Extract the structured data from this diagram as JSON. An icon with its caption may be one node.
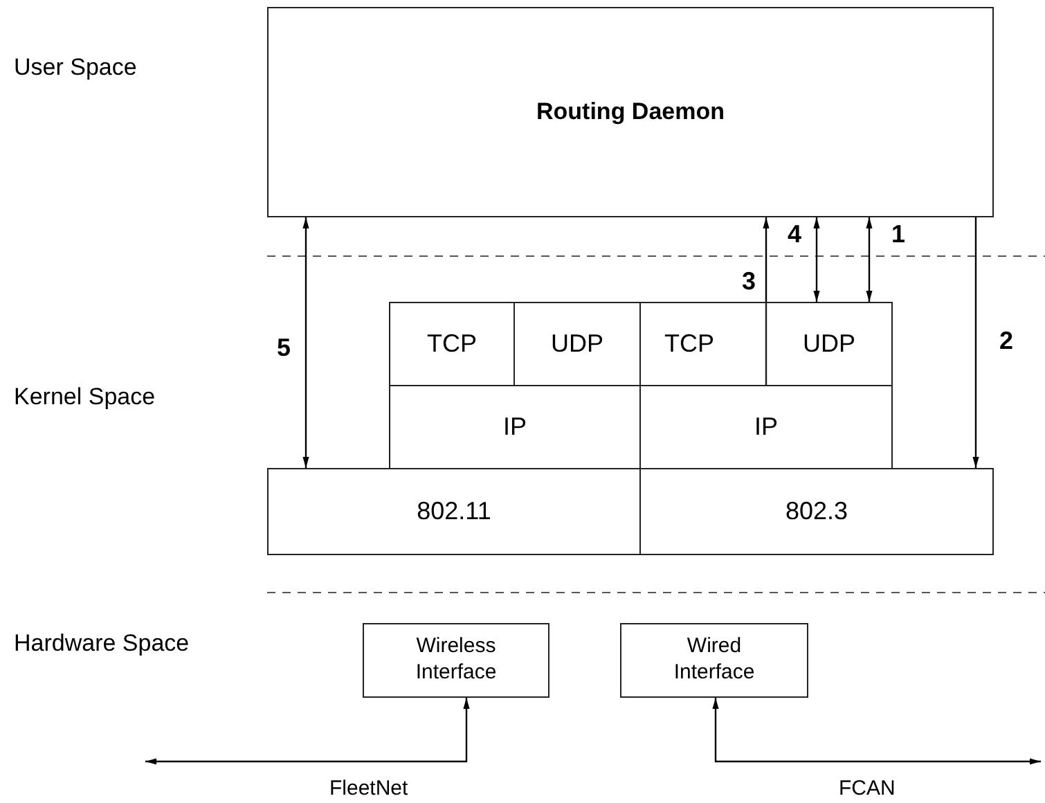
{
  "diagram": {
    "nodes": [
      {
        "text": [
          "Routing Daemon"
        ]
      },
      {
        "text": [
          "TCP"
        ]
      },
      {
        "text": [
          "UDP"
        ]
      },
      {
        "text": [
          "TCP"
        ]
      },
      {
        "text": [
          "UDP"
        ]
      },
      {
        "text": [
          "IP"
        ]
      },
      {
        "text": [
          "IP"
        ]
      },
      {
        "text": [
          "802.11"
        ]
      },
      {
        "text": [
          "802.3"
        ]
      },
      {
        "text": [
          "Wireless Interface"
        ]
      },
      {
        "text": [
          "Wired Interface"
        ]
      }
    ],
    "edges": [
      {
        "from": 0,
        "to": 4,
        "arrow": "both",
        "label": "1"
      },
      {
        "from": 0,
        "to": 8,
        "arrow": "to",
        "label": "2"
      },
      {
        "from": 6,
        "to": 0,
        "arrow": "to",
        "label": "3"
      },
      {
        "from": 0,
        "to": 4,
        "arrow": "both",
        "label": "4"
      },
      {
        "from": 0,
        "to": 7,
        "arrow": "both",
        "label": "5"
      },
      {
        "from": null,
        "to": 9,
        "arrow": "both",
        "label": "FleetNet"
      },
      {
        "from": null,
        "to": 10,
        "arrow": "both",
        "label": "FCAN"
      }
    ],
    "labels": [
      "User Space",
      "Kernel Space",
      "Hardware Space"
    ]
  }
}
